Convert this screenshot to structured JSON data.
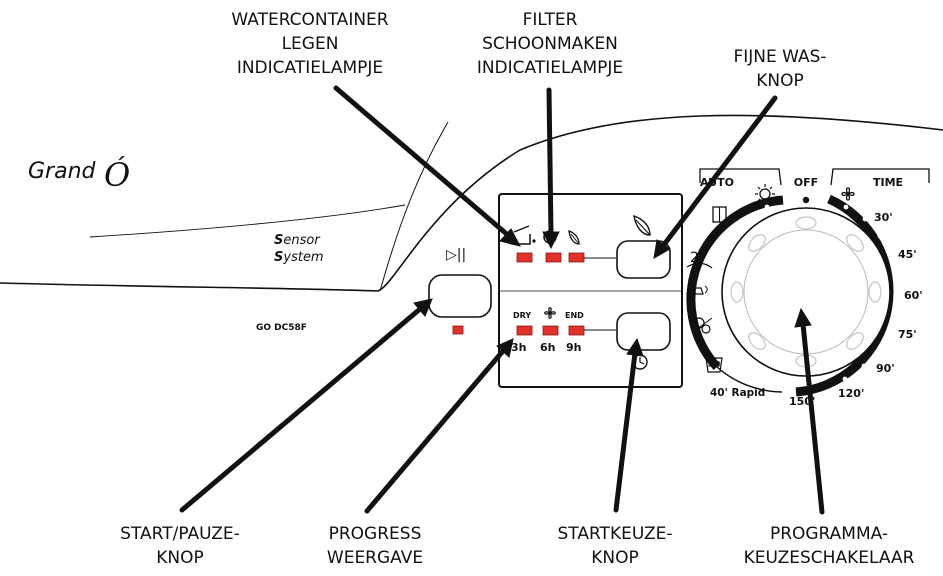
{
  "brand": {
    "name": "Grand",
    "logo_glyph": "Ó",
    "sensor_line1_cap": "S",
    "sensor_line1_rest": "ensor",
    "sensor_line2_cap": "S",
    "sensor_line2_rest": "ystem"
  },
  "model": "GO DC58F",
  "start_pause_symbol": "▷||",
  "display": {
    "row2": {
      "label_dry": "DRY",
      "label_end": "END",
      "t1": "3h",
      "t2": "6h",
      "t3": "9h"
    }
  },
  "dial": {
    "auto_label": "AUTO",
    "off_label": "OFF",
    "time_label": "TIME",
    "times": [
      "30'",
      "45'",
      "60'",
      "75'",
      "90'",
      "120'",
      "150'"
    ],
    "rapid_label": "40' Rapid",
    "curl_glyph": "2"
  },
  "callouts": {
    "water": [
      "WATERCONTAINER",
      "LEGEN",
      "INDICATIELAMPJE"
    ],
    "filter": [
      "FILTER",
      "SCHOONMAKEN",
      "INDICATIELAMPJE"
    ],
    "fine": [
      "FIJNE WAS-",
      "KNOP"
    ],
    "start_pause": [
      "START/PAUZE-",
      "KNOP"
    ],
    "progress": [
      "PROGRESS",
      "WEERGAVE"
    ],
    "delay": [
      "STARTKEUZE-",
      "KNOP"
    ],
    "program": [
      "PROGRAMMA-",
      "KEUZESCHAKELAAR"
    ]
  },
  "colors": {
    "led_red": "#e0312b",
    "led_border": "#8a1a15",
    "ink": "#111111"
  }
}
